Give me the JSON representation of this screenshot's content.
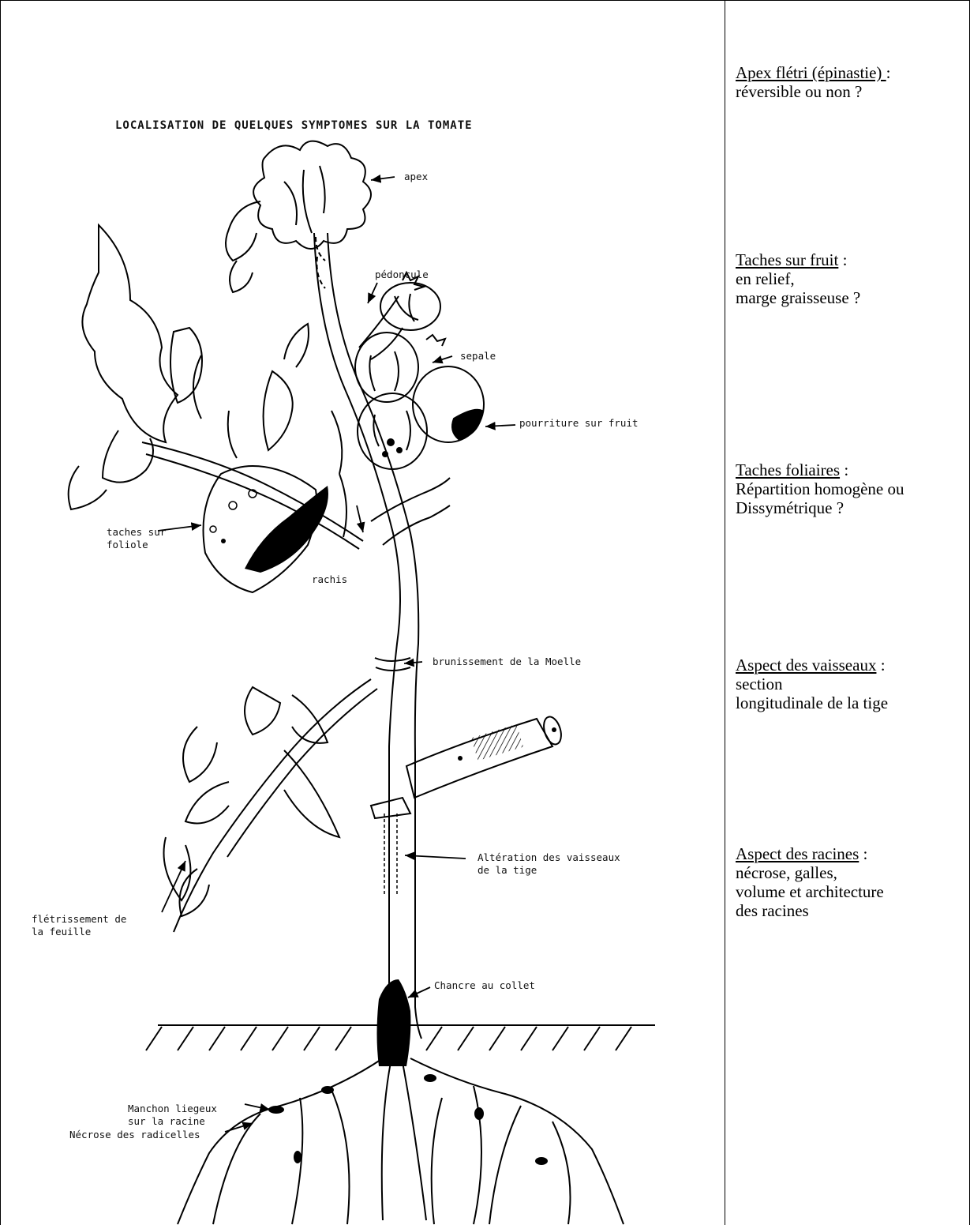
{
  "diagram": {
    "title": "LOCALISATION DE QUELQUES SYMPTOMES SUR LA TOMATE",
    "labels": {
      "apex": "apex",
      "pedoncule": "pédoncule",
      "sepale": "sepale",
      "pourriture": "pourriture sur fruit",
      "taches_line1": "taches sur",
      "taches_line2": "foliole",
      "rachis": "rachis",
      "brunissement": "brunissement de la Moelle",
      "alteration_line1": "Altération des vaisseaux",
      "alteration_line2": "de la tige",
      "fletrissement_line1": "flétrissement de",
      "fletrissement_line2": "la feuille",
      "chancre": "Chancre au collet",
      "manchon_line1": "Manchon liegeux",
      "manchon_line2": "sur la racine",
      "necrose": "Nécrose des radicelles"
    }
  },
  "notes": [
    {
      "heading": "Apex flétri (épinastie) ",
      "suffix": ":",
      "lines": [
        "réversible ou non ?"
      ]
    },
    {
      "heading": "Taches sur fruit",
      "suffix": " :",
      "lines": [
        "en relief,",
        "marge graisseuse ?"
      ]
    },
    {
      "heading": "Taches foliaires",
      "suffix": " :",
      "lines": [
        "Répartition homogène ou",
        "Dissymétrique ?"
      ]
    },
    {
      "heading": "Aspect des vaisseaux",
      "suffix": " :",
      "lines": [
        "section",
        "longitudinale de la tige"
      ]
    },
    {
      "heading": "Aspect des racines",
      "suffix": " :",
      "lines": [
        "nécrose, galles,",
        "volume et architecture",
        "des racines"
      ]
    }
  ]
}
